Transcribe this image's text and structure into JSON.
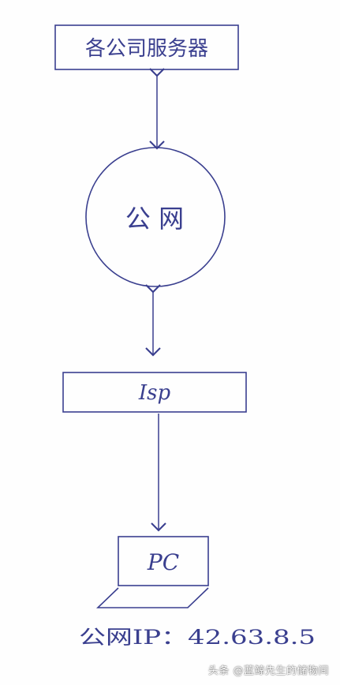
{
  "nodes": {
    "servers": {
      "label": "各公司服务器"
    },
    "internet": {
      "label": "公 网"
    },
    "isp": {
      "label": "Isp"
    },
    "pc": {
      "label": "PC"
    }
  },
  "footer": {
    "ip_label": "公网IP：42.63.8.5"
  },
  "watermark": {
    "text": "头条 @蓝鲸先生的储物间"
  },
  "colors": {
    "ink": "#3a3f8f",
    "background": "#fefefe"
  }
}
